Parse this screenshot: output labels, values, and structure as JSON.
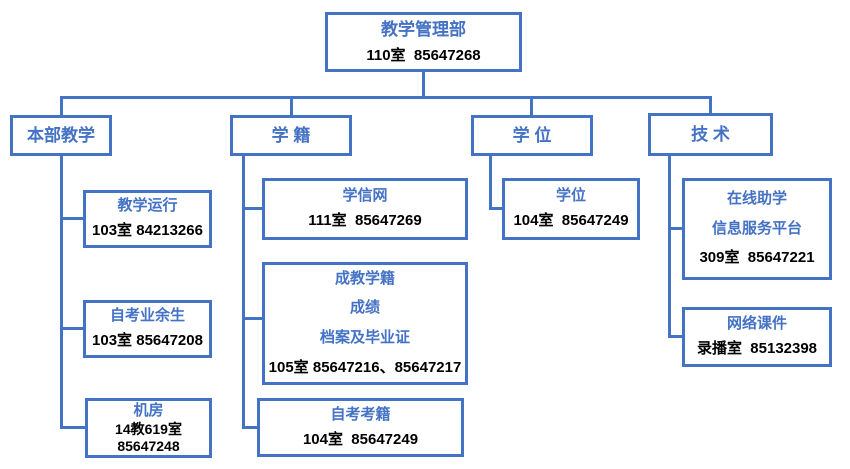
{
  "diagram": {
    "accent_color": "#4472C4",
    "text_color": "#000000",
    "root": {
      "title": "教学管理部",
      "phone": "110室  85647268"
    },
    "groups": [
      {
        "label": "本部教学",
        "children": [
          {
            "titles": [
              "教学运行"
            ],
            "info": [
              "103室 84213266"
            ]
          },
          {
            "titles": [
              "自考业余生"
            ],
            "info": [
              "103室 85647208"
            ]
          },
          {
            "titles": [
              "机房"
            ],
            "info": [
              "14教619室",
              "85647248"
            ]
          }
        ]
      },
      {
        "label": "学 籍",
        "children": [
          {
            "titles": [
              "学信网"
            ],
            "info": [
              "111室  85647269"
            ]
          },
          {
            "titles": [
              "成教学籍",
              "成绩",
              "档案及毕业证"
            ],
            "info": [
              "105室 85647216、85647217"
            ]
          },
          {
            "titles": [
              "自考考籍"
            ],
            "info": [
              "104室  85647249"
            ]
          }
        ]
      },
      {
        "label": "学 位",
        "children": [
          {
            "titles": [
              "学位"
            ],
            "info": [
              "104室  85647249"
            ]
          }
        ]
      },
      {
        "label": "技 术",
        "children": [
          {
            "titles": [
              "在线助学",
              "信息服务平台"
            ],
            "info": [
              "309室  85647221"
            ]
          },
          {
            "titles": [
              "网络课件"
            ],
            "info": [
              "录播室  85132398"
            ]
          }
        ]
      }
    ]
  }
}
